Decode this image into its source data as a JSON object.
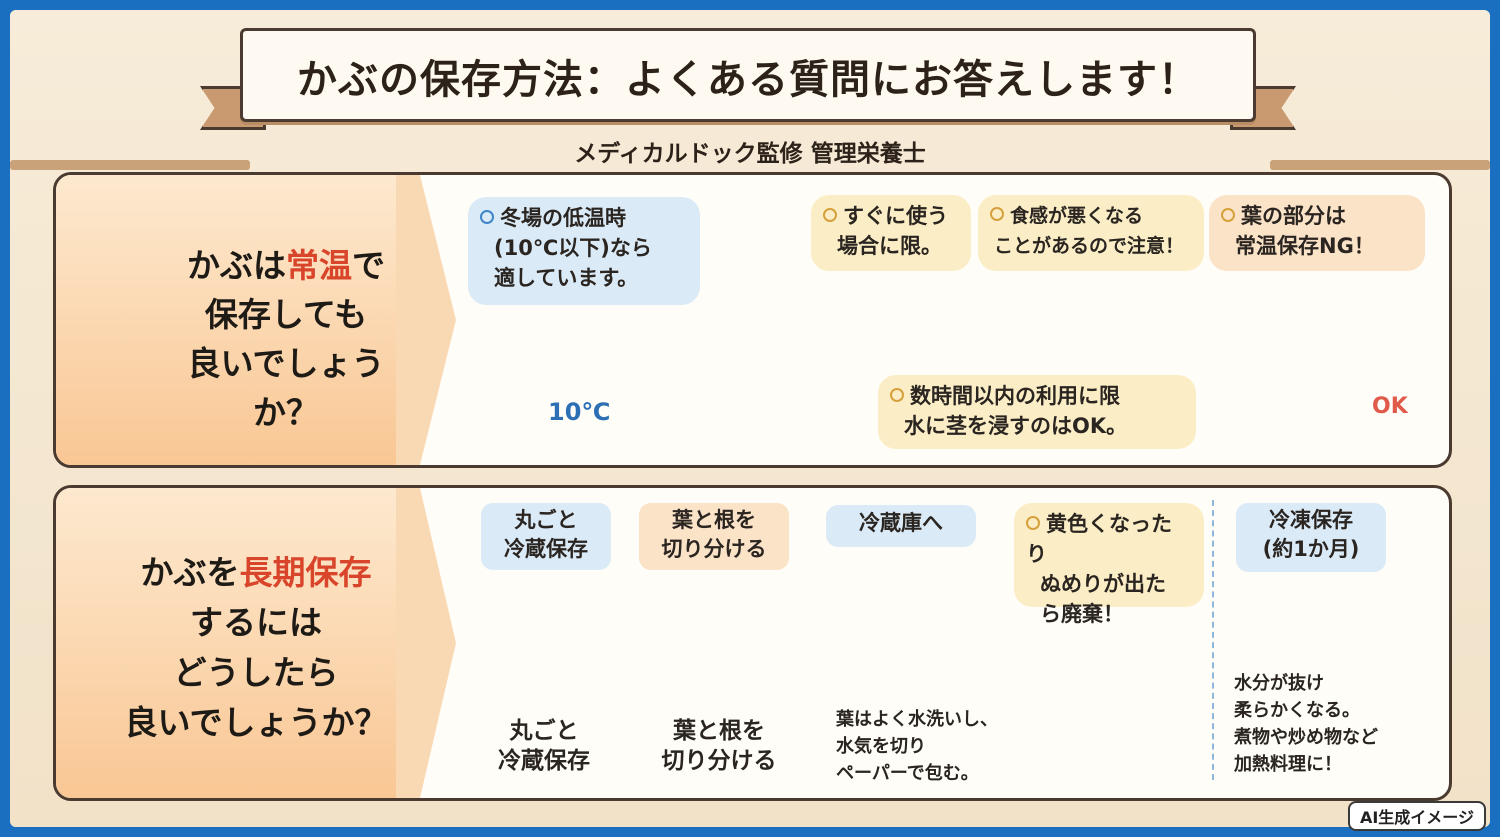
{
  "header": {
    "title": "かぶの保存方法：よくある質問にお答えします！",
    "subtitle": "メディカルドック監修 管理栄養士"
  },
  "q1": {
    "line1_pre": "かぶは",
    "line1_hl": "常温",
    "line1_post": "で",
    "line2": "保存しても",
    "line3": "良いでしょうか？",
    "bubble_cold": [
      "冬場の低温時",
      "(10℃以下)なら",
      "適しています。"
    ],
    "temp_label": "10℃",
    "bubble_soon": [
      "すぐに使う",
      "場合に限。"
    ],
    "bubble_texture": [
      "食感が悪くなる",
      "ことがあるので注意！"
    ],
    "bubble_leaves": [
      "葉の部分は",
      "常温保存NG！"
    ],
    "bubble_water": [
      "数時間以内の利用に限",
      "水に茎を浸すのはOK。"
    ],
    "ok_label": "OK"
  },
  "q2": {
    "line1_pre": "かぶを",
    "line1_hl": "長期保存",
    "line2": "するには",
    "line3": "どうしたら",
    "line4": "良いでしょうか？",
    "tag_whole": [
      "丸ごと",
      "冷蔵保存"
    ],
    "tag_cut": [
      "葉と根を",
      "切り分ける"
    ],
    "tag_fridge": "冷蔵庫へ",
    "bubble_discard": [
      "黄色くなったり",
      "ぬめりが出た",
      "ら廃棄！"
    ],
    "tag_freeze": [
      "冷凍保存",
      "(約1か月)"
    ],
    "caption_whole": [
      "丸ごと",
      "冷蔵保存"
    ],
    "caption_cut": [
      "葉と根を",
      "切り分ける"
    ],
    "caption_fridge": [
      "葉はよく水洗いし、",
      "水気を切り",
      "ペーパーで包む。"
    ],
    "caption_freeze": [
      "水分が抜け",
      "柔らかくなる。",
      "煮物や炒め物など",
      "加熱料理に！"
    ]
  },
  "footer": {
    "ai_badge": "AI生成イメージ"
  },
  "colors": {
    "accent_red": "#d9452b",
    "bubble_blue": "#dbeaf7",
    "bubble_peach": "#fbe3c8",
    "frame_blue": "#1b6fc0"
  }
}
